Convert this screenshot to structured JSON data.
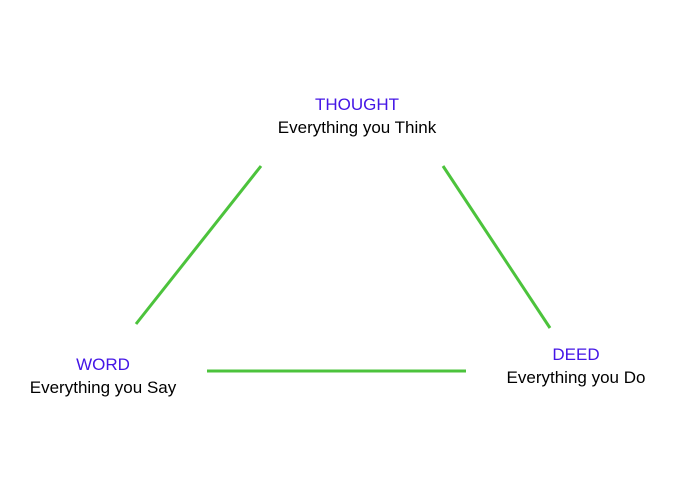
{
  "diagram": {
    "line_color": "#4cc33c",
    "title_color": "#4416e6",
    "nodes": {
      "thought": {
        "title": "THOUGHT",
        "description": "Everything you Think"
      },
      "word": {
        "title": "WORD",
        "description": "Everything you Say"
      },
      "deed": {
        "title": "DEED",
        "description": "Everything you Do"
      }
    }
  }
}
